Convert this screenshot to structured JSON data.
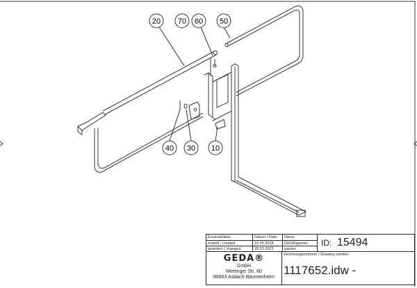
{
  "balloons": [
    "20",
    "70",
    "60",
    "50",
    "40",
    "30",
    "10"
  ],
  "title_block": {
    "parts_list_label": "Ersatzteilliste",
    "date_label": "Datum / Date",
    "name_label": "Name",
    "created_label": "erstellt / created",
    "created_date": "15.05.2018",
    "created_name": "GEDA\\gaister",
    "changed_label": "geändert / changed",
    "changed_date": "28.03.2022",
    "changed_name": "gaister",
    "id_label": "ID:",
    "id_value": "15494",
    "company_logo": "GEDA®",
    "company_form": "GmbH",
    "company_street": "Mertinger Str. 60",
    "company_city": "86663 Asbach-Bäumenheim",
    "drawing_number_label": "Zeichnungsnummer / Drawing number:",
    "drawing_number": "1117652.idw -"
  }
}
